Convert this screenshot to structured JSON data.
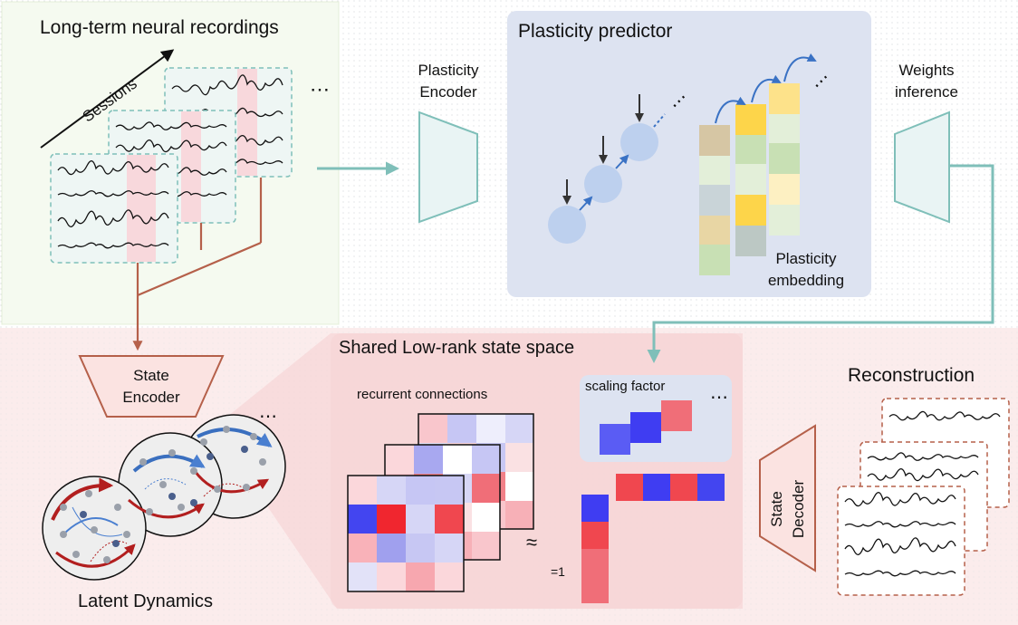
{
  "labels": {
    "long_term_recordings": "Long-term neural recordings",
    "sessions": "Sessions",
    "plasticity_predictor": "Plasticity predictor",
    "plasticity_encoder_line1": "Plasticity",
    "plasticity_encoder_line2": "Encoder",
    "weights_inference_line1": "Weights",
    "weights_inference_line2": "inference",
    "plasticity_embedding_line1": "Plasticity",
    "plasticity_embedding_line2": "embedding",
    "state_encoder_line1": "State",
    "state_encoder_line2": "Encoder",
    "shared_state_space": "Shared Low-rank state space",
    "recurrent_connections": "recurrent connections",
    "scaling_factor": "scaling factor",
    "approx": "≈",
    "equals_one": "=1",
    "reconstruction": "Reconstruction",
    "state_decoder_line1": "State",
    "state_decoder_line2": "Decoder",
    "latent_dynamics": "Latent Dynamics",
    "ellipsis": "⋯"
  },
  "colors": {
    "teal": "#7fbfb9",
    "brown": "#b5604a",
    "blue_panel": "#dde3f1",
    "pink_panel": "#fbe9ea",
    "green_panel": "#f5faf0",
    "heat_blue": "#3f3df2",
    "heat_red": "#f0474f"
  }
}
